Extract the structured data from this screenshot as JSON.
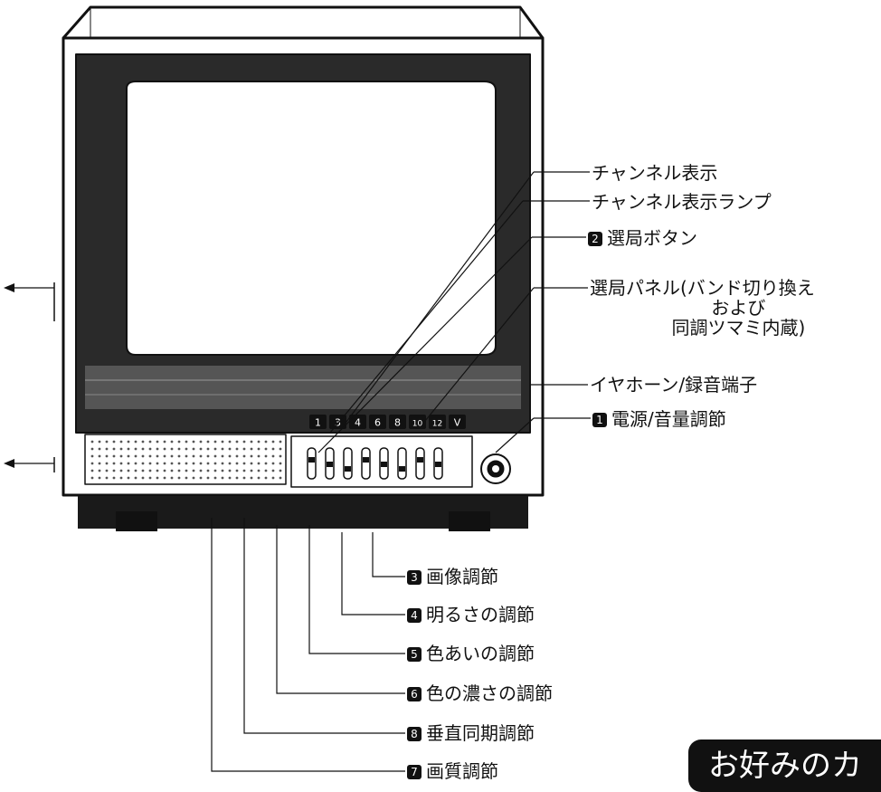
{
  "callouts": {
    "channel_display": "チャンネル表示",
    "channel_lamp": "チャンネル表示ランプ",
    "tuning_buttons": {
      "num": "2",
      "text": "選局ボタン"
    },
    "tuning_panel": {
      "line1": "選局パネル(バンド切り換え",
      "line2": "および",
      "line3": "同調ツマミ内蔵)"
    },
    "earphone_jack": "イヤホーン/録音端子",
    "power_volume": {
      "num": "1",
      "text": "電源/音量調節"
    },
    "picture_adjust": {
      "num": "3",
      "text": "画像調節"
    },
    "brightness_adjust": {
      "num": "4",
      "text": "明るさの調節"
    },
    "hue_adjust": {
      "num": "5",
      "text": "色あいの調節"
    },
    "color_depth_adjust": {
      "num": "6",
      "text": "色の濃さの調節"
    },
    "vertical_sync_adjust": {
      "num": "8",
      "text": "垂直同期調節"
    },
    "picture_quality_adjust": {
      "num": "7",
      "text": "画質調節"
    }
  },
  "channel_strip": [
    "1",
    "3",
    "4",
    "6",
    "8",
    "10",
    "12",
    "V"
  ],
  "badge": "お好みのカ"
}
